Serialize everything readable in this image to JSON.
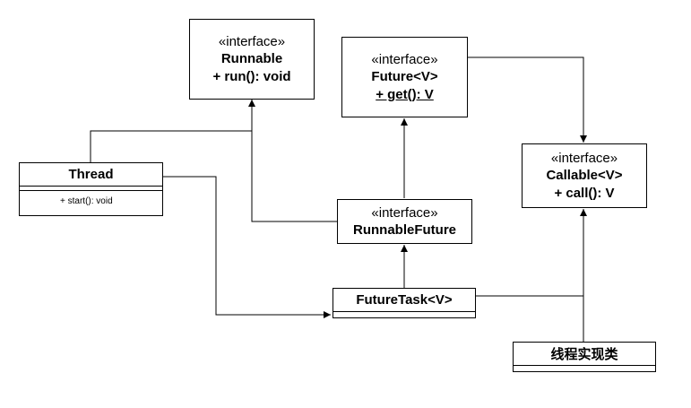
{
  "stereotype": "«interface»",
  "runnable": {
    "name": "Runnable",
    "method": "+ run(): void"
  },
  "future": {
    "name": "Future<V>",
    "method": "+ get(): V"
  },
  "callable": {
    "name": "Callable<V>",
    "method": "+ call(): V"
  },
  "runnable_future": {
    "name": "RunnableFuture"
  },
  "thread": {
    "name": "Thread",
    "method": "+ start(): void"
  },
  "future_task": {
    "name": "FutureTask<V>"
  },
  "impl_class": {
    "name": "线程实现类"
  }
}
